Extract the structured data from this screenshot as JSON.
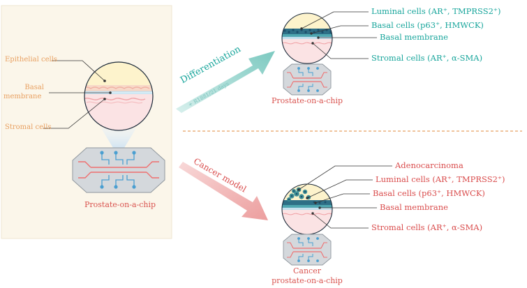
{
  "left_panel": {
    "labels": {
      "epithelial": "Epithelial cells",
      "basal_line1": "Basal",
      "basal_line2": "membrane",
      "stromal": "Stromal cells"
    },
    "chip_caption": "Prostate-on-a-chip"
  },
  "differentiation": {
    "arrow_label": "Differentiation",
    "arrow_sublabel": "+ R1881/21 days",
    "labels": {
      "luminal": "Luminal cells (AR⁺, TMPRSS2⁺)",
      "basal_cells": "Basal cells (p63⁺, HMWCK)",
      "basal_membrane": "Basal membrane",
      "stromal": "Stromal cells (AR⁺, α-SMA)"
    },
    "chip_caption": "Prostate-on-a-chip"
  },
  "cancer": {
    "arrow_label": "Cancer model",
    "labels": {
      "adenocarcinoma": "Adenocarcinoma",
      "luminal": "Luminal cells (AR⁺, TMPRSS2⁺)",
      "basal_cells": "Basal cells (p63⁺, HMWCK)",
      "basal_membrane": "Basal membrane",
      "stromal": "Stromal cells (AR⁺, α-SMA)"
    },
    "chip_caption_line1": "Cancer",
    "chip_caption_line2": "prostate-on-a-chip"
  },
  "colors": {
    "teal": "#17a59b",
    "red": "#d94b4b",
    "orange": "#e8a061",
    "panel_bg": "#fbf6ea",
    "chip_body": "#d4d8dc",
    "channel_red": "#ef6f6f",
    "channel_blue": "#4a9fd1"
  }
}
